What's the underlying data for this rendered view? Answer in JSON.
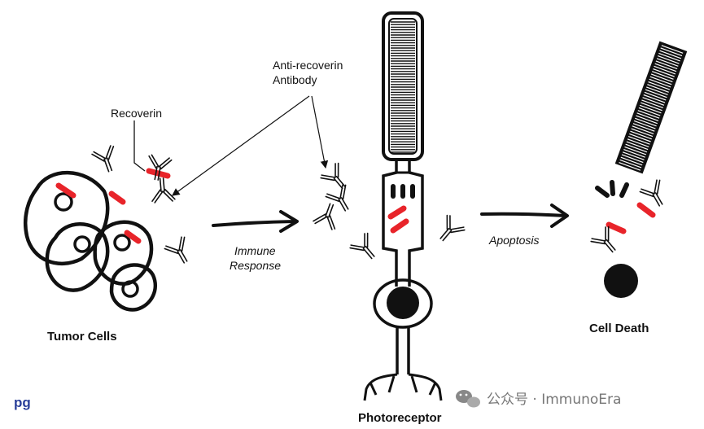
{
  "labels": {
    "recoverin": "Recoverin",
    "antibody_line1": "Anti-recoverin",
    "antibody_line2": "Antibody",
    "tumor_cells": "Tumor Cells",
    "immune_line1": "Immune",
    "immune_line2": "Response",
    "photoreceptor": "Photoreceptor",
    "apoptosis": "Apoptosis",
    "cell_death": "Cell Death"
  },
  "watermark": {
    "logo_text": "pg",
    "text": "公众号 · ImmunoEra"
  },
  "colors": {
    "recoverin_red": "#e8242a",
    "ink": "#111111",
    "logo_blue": "#2a3f9a"
  }
}
